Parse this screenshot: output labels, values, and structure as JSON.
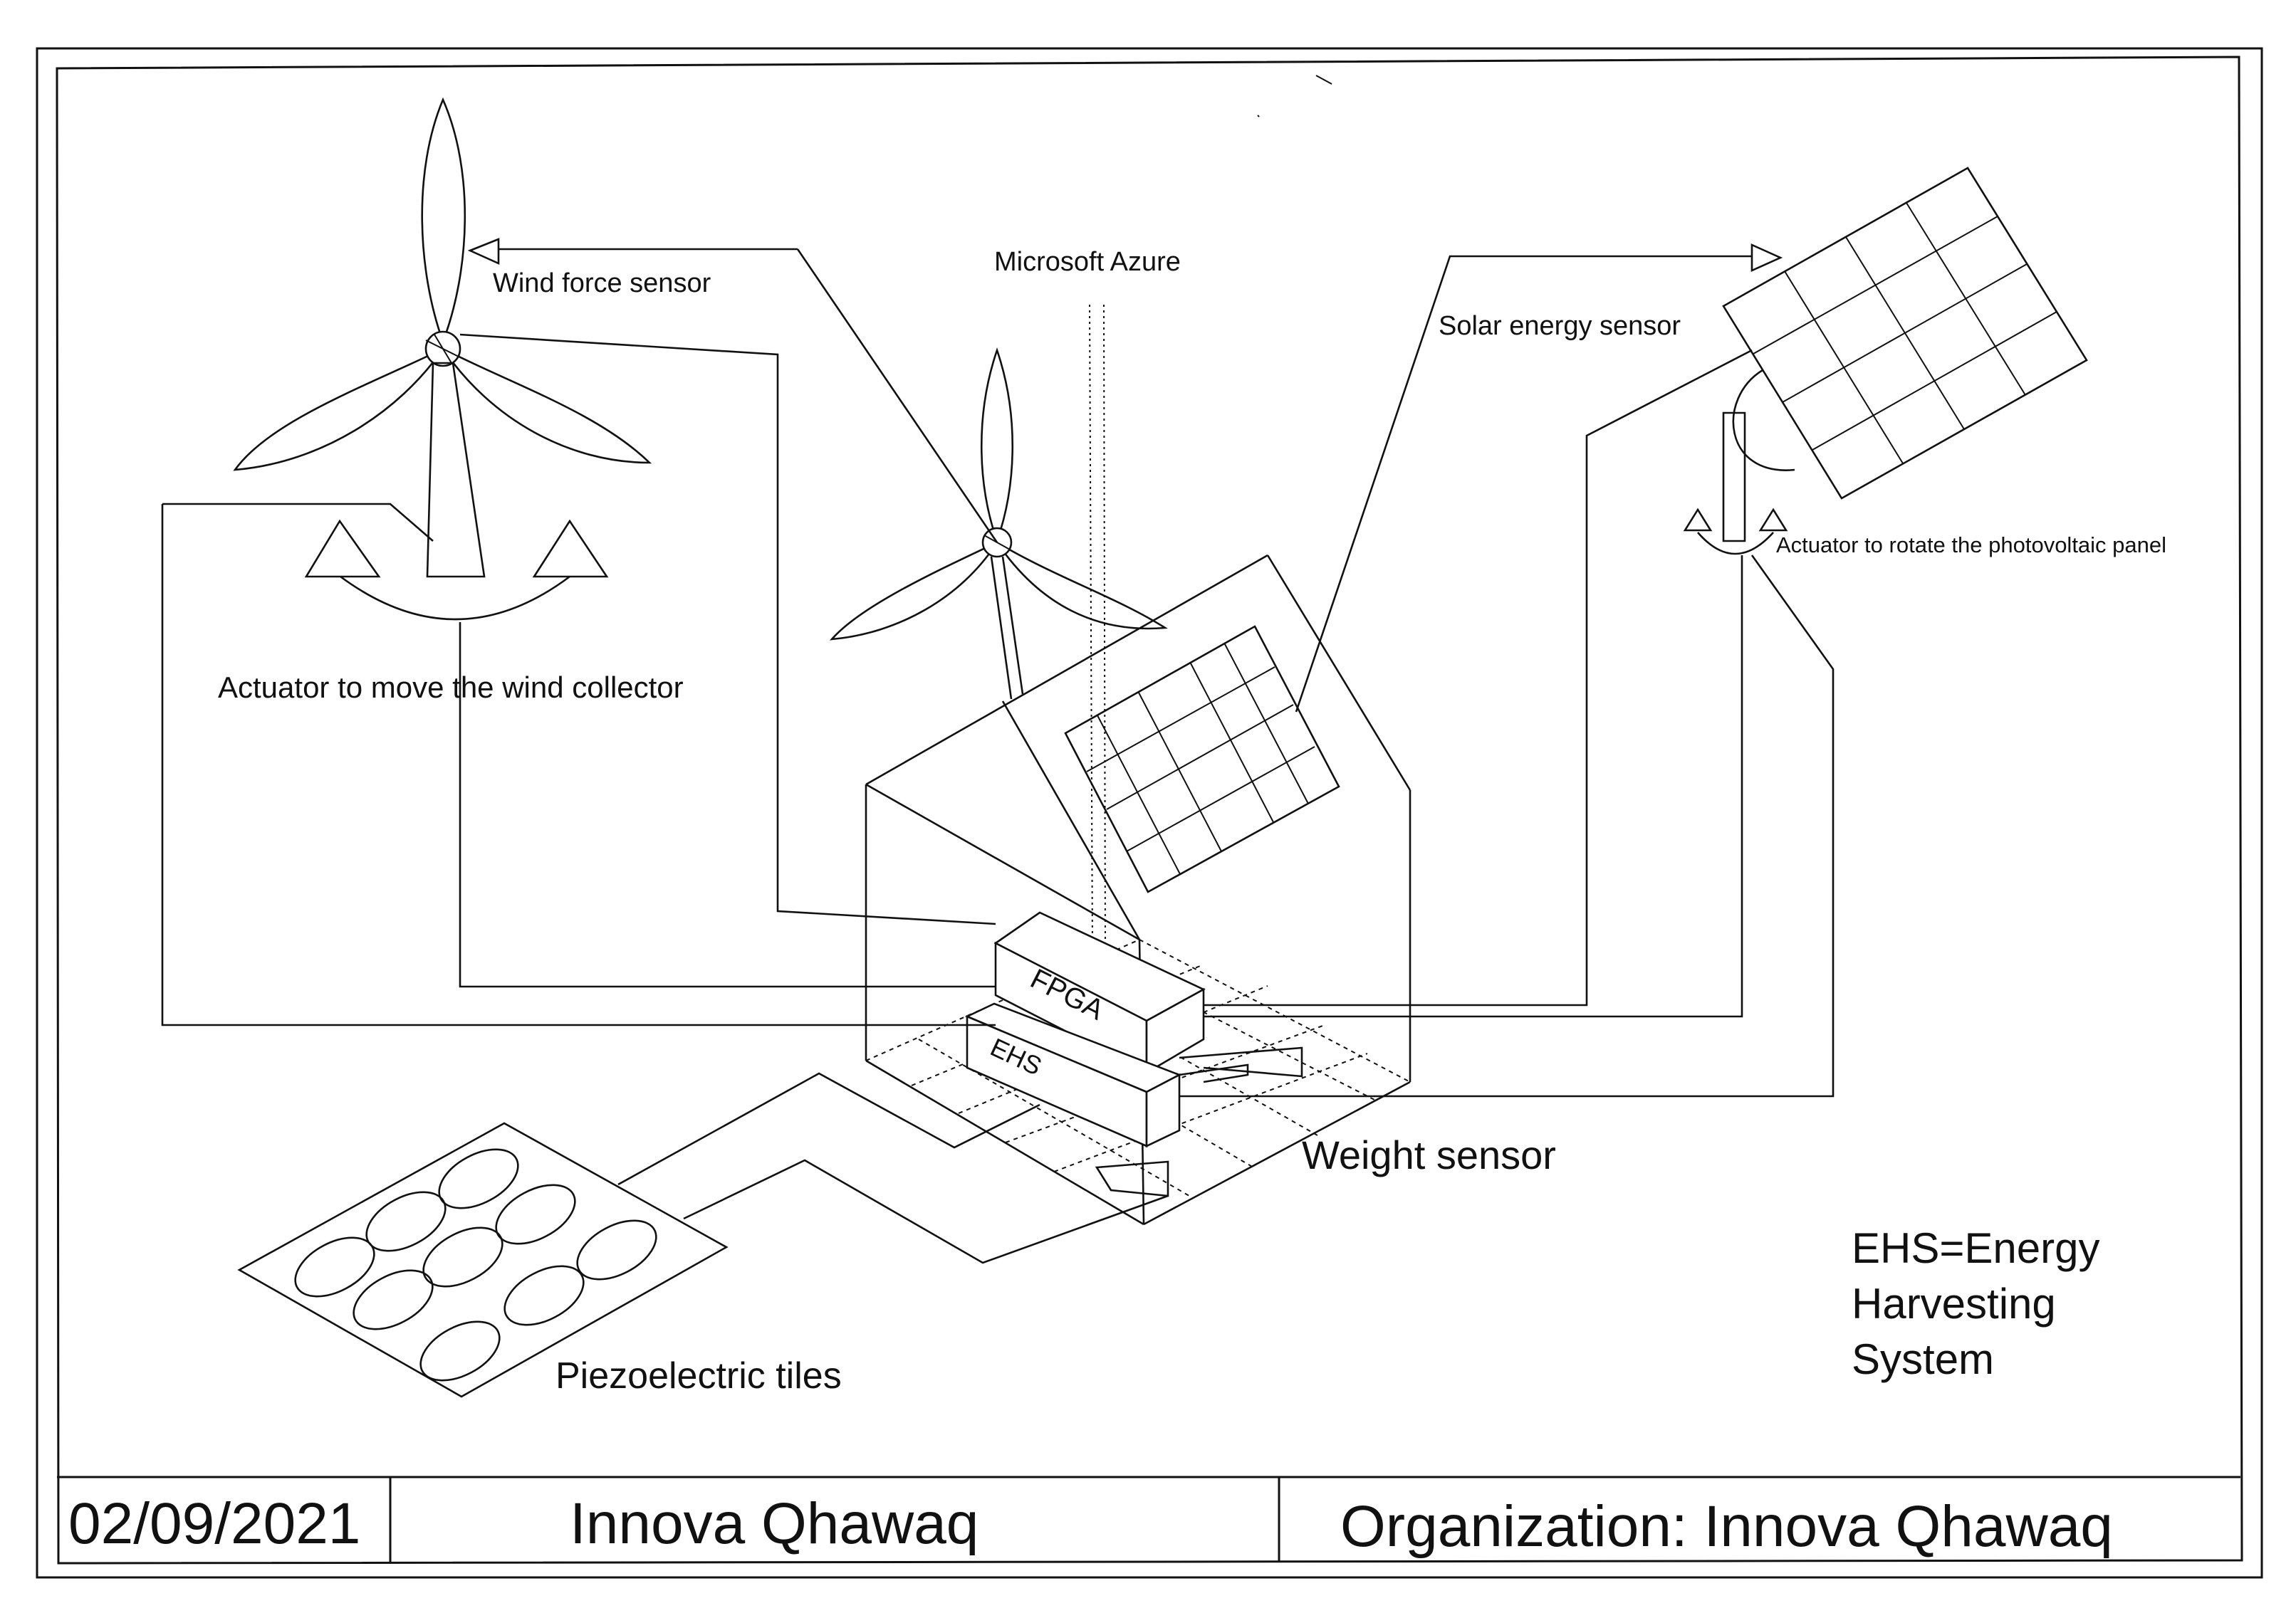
{
  "labels": {
    "cloud": "Microsoft Azure",
    "wind_sensor": "Wind force sensor",
    "solar_sensor": "Solar energy sensor",
    "wind_actuator": "Actuator to move the wind collector",
    "pv_actuator": "Actuator to rotate the photovoltaic panel",
    "fpga": "FPGA",
    "ehs": "EHS",
    "weight_sensor": "Weight sensor",
    "piezo_tiles": "Piezoelectric tiles"
  },
  "legend": [
    "EHS=Energy",
    "Harvesting",
    "System"
  ],
  "title_block": {
    "date": "02/09/2021",
    "title": "Innova Qhawaq",
    "organization": "Organization: Innova Qhawaq"
  }
}
